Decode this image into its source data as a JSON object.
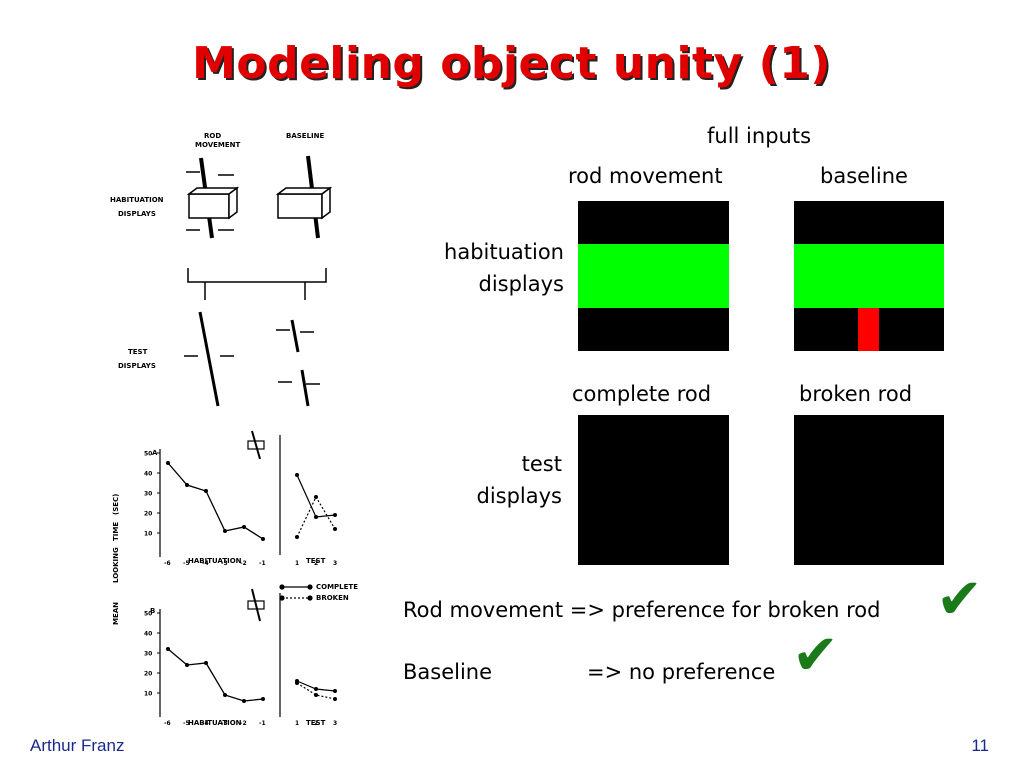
{
  "slide": {
    "title": "Modeling object unity (1)",
    "footer_author": "Arthur Franz",
    "page_number": "11"
  },
  "left_figure": {
    "col_rod_movement": "ROD MOVEMENT",
    "col_rod_movement_1": "ROD",
    "col_rod_movement_2": "MOVEMENT",
    "col_baseline": "BASELINE",
    "row_habituation_1": "HABITUATION",
    "row_habituation_2": "DISPLAYS",
    "row_test_1": "TEST",
    "row_test_2": "DISPLAYS"
  },
  "graphs": {
    "ylabel_1": "MEAN",
    "ylabel_2": "LOOKING",
    "ylabel_3": "TIME",
    "ylabel_4": "(SEC)",
    "panel_a": "A",
    "panel_b": "B",
    "xlabel_habituation": "HABITUATION",
    "xlabel_test": "TEST",
    "legend_complete": "COMPLETE",
    "legend_broken": "BROKEN",
    "yticks": [
      "50",
      "40",
      "30",
      "20",
      "10"
    ],
    "xticks_hab": [
      "-6",
      "-5",
      "-4",
      "-3",
      "-2",
      "-1"
    ],
    "xticks_test": [
      "1",
      "2",
      "3"
    ],
    "panel_a_habituation": [
      45,
      34,
      31,
      11,
      13,
      7
    ],
    "panel_a_test_complete": [
      39,
      18,
      19
    ],
    "panel_a_test_broken": [
      8,
      28,
      12
    ],
    "panel_b_habituation": [
      32,
      24,
      25,
      9,
      6,
      7
    ],
    "panel_b_test_complete": [
      16,
      12,
      11
    ],
    "panel_b_test_broken": [
      15,
      9,
      7
    ]
  },
  "right_panel": {
    "full_inputs": "full inputs",
    "col_rod_movement": "rod movement",
    "col_baseline": "baseline",
    "row_habituation_1": "habituation",
    "row_habituation_2": "displays",
    "col_complete_rod": "complete rod",
    "col_broken_rod": "broken rod",
    "row_test_1": "test",
    "row_test_2": "displays",
    "colors": {
      "background": "#000000",
      "green": "#00ff00",
      "red": "#ff0000"
    }
  },
  "conclusions": {
    "line1": "Rod movement => preference for broken rod",
    "line2_left": "Baseline",
    "line2_right": "=> no preference",
    "check_color": "#1a7a1a"
  }
}
